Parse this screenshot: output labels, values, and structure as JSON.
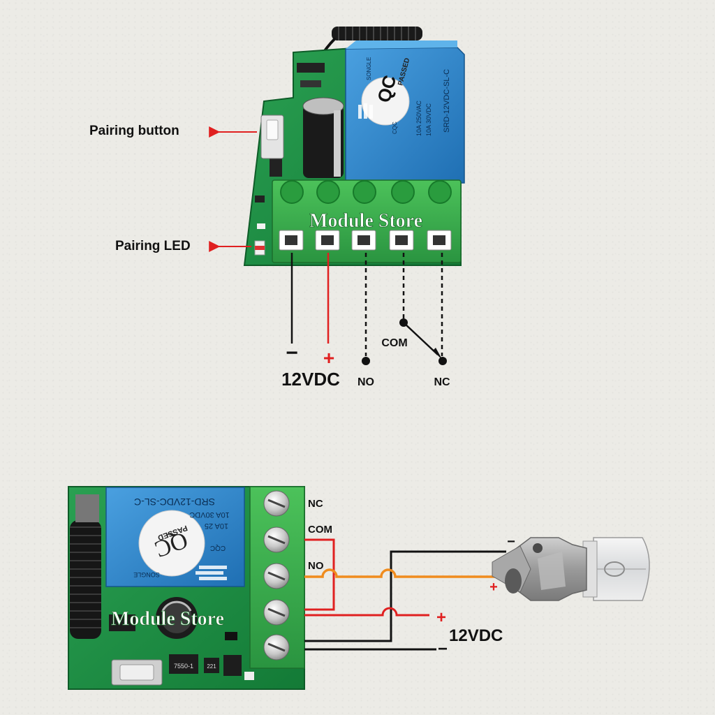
{
  "top_diagram": {
    "pairing_button_label": "Pairing button",
    "pairing_led_label": "Pairing LED",
    "brand_text": "Module Store",
    "relay_model": "SRD-12VDC-SL-C",
    "relay_brand": "SONGLE",
    "relay_rating_1": "10A 250VAC",
    "relay_rating_2": "10A 30VDC",
    "qc_mark": "QC",
    "qc_passed": "PASSED",
    "cert_mark": "CQC",
    "minus_sign": "−",
    "plus_sign": "+",
    "supply_label": "12VDC",
    "no_label": "NO",
    "com_label": "COM",
    "nc_label": "NC"
  },
  "bottom_diagram": {
    "brand_text": "Module Store",
    "relay_model": "SRD-12VDC-SL-C",
    "relay_brand": "SONGLE",
    "relay_rating_1": "10A 30VDC",
    "relay_rating_2": "10A 25",
    "qc_mark": "QC",
    "qc_passed": "PASSED",
    "cert_mark": "CQC",
    "terminal_nc": "NC",
    "terminal_com": "COM",
    "terminal_no": "NO",
    "bulb_minus": "−",
    "bulb_plus": "+",
    "supply_plus": "+",
    "supply_label": "12VDC",
    "supply_minus": "−",
    "ic_label_1": "7550-1",
    "ic_label_2": "221"
  },
  "colors": {
    "background": "#ecebe6",
    "pcb_green": "#1f8f45",
    "terminal_green": "#35a84a",
    "relay_blue": "#2f86cc",
    "wire_red": "#e02020",
    "wire_black": "#111111",
    "wire_orange": "#f08c1e",
    "annotation_arrow": "#e02020"
  }
}
